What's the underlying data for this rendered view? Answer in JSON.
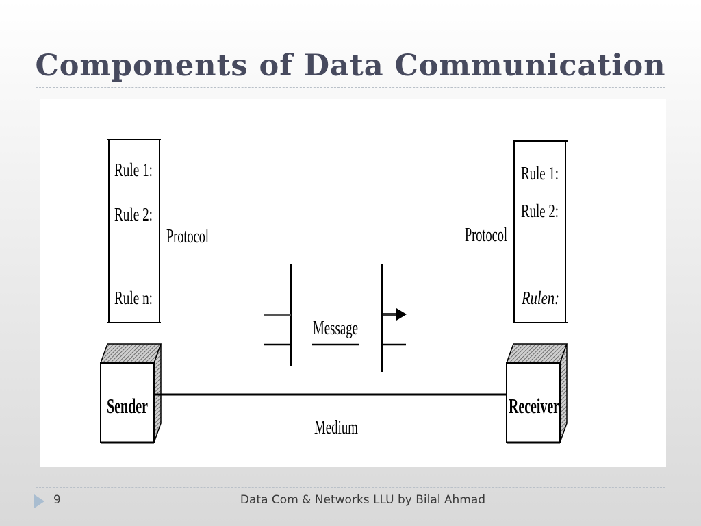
{
  "slide": {
    "title": "Components of Data Communication",
    "page_number": "9",
    "footer": "Data Com & Networks LLU by Bilal Ahmad"
  },
  "diagram": {
    "sender": {
      "label": "Sender",
      "protocol_label": "Protocol",
      "rules": [
        "Rule 1:",
        "Rule 2:",
        "Rule n:"
      ]
    },
    "receiver": {
      "label": "Receiver",
      "protocol_label": "Protocol",
      "rules": [
        "Rule 1:",
        "Rule 2:",
        "Rulen:"
      ]
    },
    "message_label": "Message",
    "medium_label": "Medium"
  },
  "icons": {
    "footer_bullet": "triangle-right-icon",
    "flow": "arrow-right-icon"
  },
  "colors": {
    "title": "#474a5e",
    "footer_bullet": "#a9bdd0"
  }
}
